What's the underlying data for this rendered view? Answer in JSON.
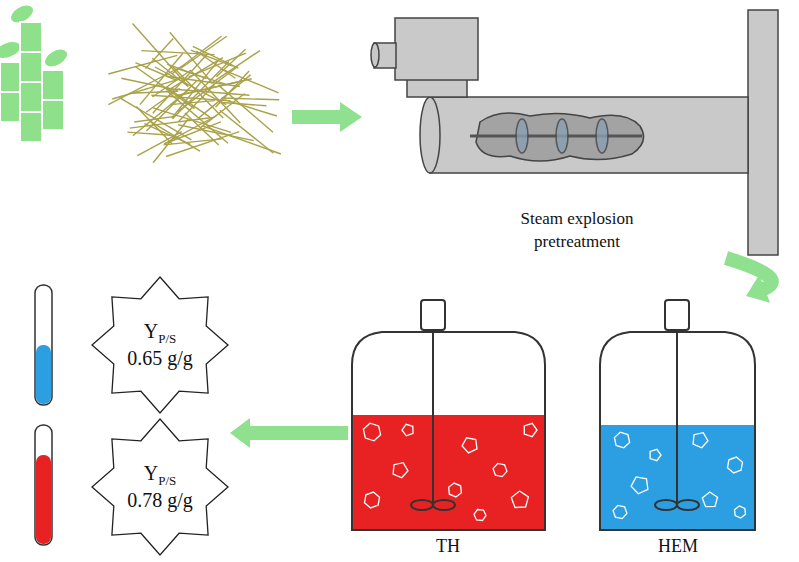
{
  "diagram": {
    "nodes": [
      {
        "text": [
          "Steam explosion pretreatment"
        ]
      },
      {
        "text": [
          "Y",
          "P/S",
          "0.65 g/g"
        ]
      },
      {
        "text": [
          "TH"
        ]
      },
      {
        "text": [
          "HEM"
        ]
      },
      {
        "text": [
          "Y",
          "P/S",
          "0.78 g/g"
        ]
      }
    ],
    "edges": [
      {
        "from": 0,
        "to": 3,
        "arrow": "to"
      },
      {
        "from": 2,
        "to": 4,
        "arrow": "to"
      }
    ]
  }
}
